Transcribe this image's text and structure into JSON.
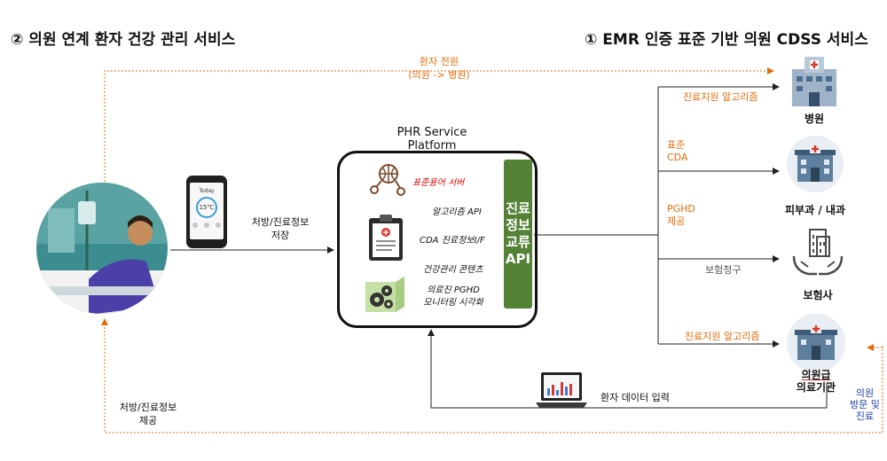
{
  "headings": {
    "left": "② 의원 연계 환자 건강 관리 서비스",
    "right": "① EMR 인증 표준 기반 의원 CDSS 서비스"
  },
  "top_arrow": {
    "line1": "환자 전원",
    "line2": "(의원 -> 병원)"
  },
  "phone_caption": {
    "line1": "처방/진료정보",
    "line2": "저장"
  },
  "phone_screen": {
    "top": "Today",
    "value": "15",
    "unit": "℃"
  },
  "bottom_left_caption": {
    "line1": "처방/진료정보",
    "line2": "제공"
  },
  "platform": {
    "title_line1": "PHR Service",
    "title_line2": "Platform",
    "items": [
      {
        "text": "표준용어 서버",
        "icon": "network-icon",
        "color": "#e00000"
      },
      {
        "text": "알고리즘 API",
        "icon": "",
        "color": "#111111"
      },
      {
        "text": "CDA 진료정보I/F",
        "icon": "clipboard-icon",
        "color": "#111111"
      },
      {
        "text": "건강관리 콘텐츠",
        "icon": "",
        "color": "#111111"
      },
      {
        "text": "의료진 PGHD",
        "text2": "모니터링 시각화",
        "icon": "gears-icon",
        "color": "#111111"
      }
    ]
  },
  "api_bar": {
    "line1": "진료",
    "line2": "정보",
    "line3": "교류",
    "line4": "API",
    "color": "#538135"
  },
  "branches": {
    "b1": "진료지원 알고리즘",
    "b2_line1": "표준",
    "b2_line2": "CDA",
    "b3_line1": "PGHD",
    "b3_line2": "제공",
    "b4": "보험청구",
    "b5": "진료지원 알고리즘"
  },
  "destinations": {
    "hospital": "병원",
    "dermatology": "피부과 / 내과",
    "insurance": "보험사",
    "clinic_line1": "의원급",
    "clinic_line2": "의료기관"
  },
  "laptop_caption": "환자 데이터 입력",
  "clinic_visit": {
    "line1": "의원",
    "line2": "방문 및",
    "line3": "진료"
  },
  "colors": {
    "orange": "#e46c0a",
    "green": "#538135",
    "blue": "#1f3fa8",
    "hospital_red": "#c0392b"
  }
}
